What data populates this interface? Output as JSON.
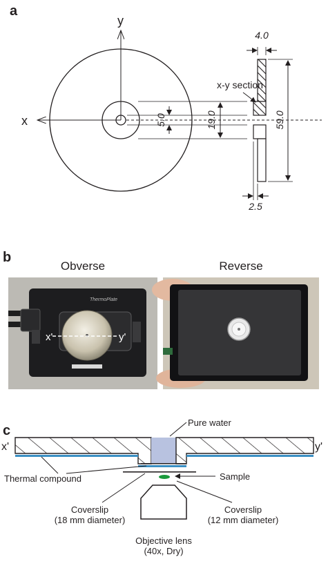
{
  "panel_a": {
    "label": "a",
    "axis_y": "y",
    "axis_x": "x",
    "section_label": "x-y section",
    "dim_thickness": "4.0",
    "dim_recess": "2.5",
    "dim_hole": "5.0",
    "dim_inner": "19.0",
    "dim_outer": "59.0"
  },
  "panel_b": {
    "label": "b",
    "obverse_title": "Obverse",
    "reverse_title": "Reverse",
    "plate_brand": "ThermoPlate",
    "marker_x": "x'",
    "marker_y": "y'"
  },
  "panel_c": {
    "label": "c",
    "end_x": "x'",
    "end_y": "y'",
    "pure_water": "Pure water",
    "thermal_compound": "Thermal compound",
    "sample": "Sample",
    "coverslip_left": "Coverslip",
    "coverslip_left_size": "(18 mm diameter)",
    "coverslip_right": "Coverslip",
    "coverslip_right_size": "(12 mm diameter)",
    "objective": "Objective lens",
    "objective_spec": "(40x, Dry)"
  },
  "colors": {
    "ink": "#231f20",
    "water": "#b8c2e0",
    "compound": "#3a8fc4",
    "sample": "#1a9a3c"
  }
}
